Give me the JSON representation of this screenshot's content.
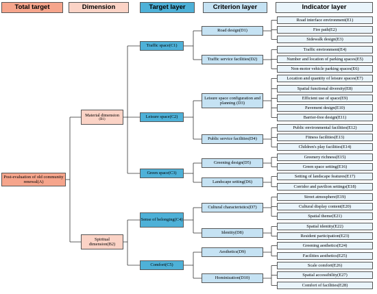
{
  "headers": {
    "total_target": "Total target",
    "dimension": "Dimension",
    "target_layer": "Target layer",
    "criterion_layer": "Criterion layer",
    "indicator_layer": "Indicator layer"
  },
  "total": "Post-evaluation of old community renewal(A)",
  "dimensions": {
    "b1_main": "Material dimension",
    "b1_code": "(B1)",
    "b2": "Spiritual dimension(B2)"
  },
  "targets": {
    "c1": "Traffic space(C1)",
    "c2": "Leisure space(C2)",
    "c3": "Green space(C3)",
    "c4": "Sense of belonging(C4)",
    "c5": "Comfort(C5)"
  },
  "criteria": {
    "d1": "Road design(D1)",
    "d2": "Traffic service facilities(D2)",
    "d3": "Leisure space configuration and planning (D3)",
    "d4": "Public service facilities(D4)",
    "d5": "Greening design(D5)",
    "d6": "Landscape setting(D6)",
    "d7": "Cultural characteristics(D7)",
    "d8": "Identity(D8)",
    "d9": "Aesthetics(D9)",
    "d10": "Hominization(D10)"
  },
  "indicators": {
    "e1": "Road interface environment(E1)",
    "e2": "Fire path(E2)",
    "e3": "Sidewalk design(E3)",
    "e4": "Traffic environment(E4)",
    "e5": "Number and location of parking spaces(E5)",
    "e6": "Non-motor vehicle parking spaces(E6)",
    "e7": "Location and quantity of leisure spaces(E7)",
    "e8": "Spatial functional diversity(E8)",
    "e9": "Efficient use of space(E9)",
    "e10": "Pavement design(E10)",
    "e11": "Barrier-free design(E11)",
    "e12": "Public environmental facilities(E12)",
    "e13": "Fitness facilities(E13)",
    "e14": "Children's play facilities(E14)",
    "e15": "Greenery richness(E15)",
    "e16": "Green space setting(E16)",
    "e17": "Setting of landscape features(E17)",
    "e18": "Corridor and pavilion settings(E18)",
    "e19": "Street atmosphere(E19)",
    "e20": "Cultural display content(E20)",
    "e21": "Spatial theme(E21)",
    "e22": "Spatial identity(E22)",
    "e23": "Resident participation(E23)",
    "e24": "Greening aesthetics(E24)",
    "e25": "Facilities aesthetics(E25)",
    "e26": "Scale comfort(E26)",
    "e27": "Spatial accessibility(E27)",
    "e28": "Comfort of facilities(E28)"
  }
}
